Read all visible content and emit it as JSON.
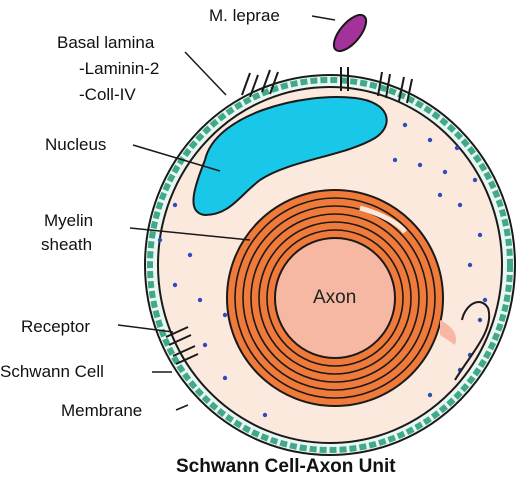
{
  "labels": {
    "m_leprae": "M. leprae",
    "basal_lamina": "Basal lamina",
    "laminin": "-Laminin-2",
    "coll": "-Coll-IV",
    "nucleus": "Nucleus",
    "myelin_1": "Myelin",
    "myelin_2": "sheath",
    "axon": "Axon",
    "receptor": "Receptor",
    "schwann_cell": "Schwann Cell",
    "membrane": "Membrane"
  },
  "caption": "Schwann Cell-Axon Unit",
  "colors": {
    "outer_dash_ring": "#3fa98a",
    "cytoplasm": "#fbe9de",
    "nucleus": "#19c8e8",
    "myelin": "#f07a3a",
    "axon": "#f6b8a3",
    "bacterium": "#a3339a",
    "dots": "#2b4fb8",
    "outline": "#1a1a1a"
  }
}
